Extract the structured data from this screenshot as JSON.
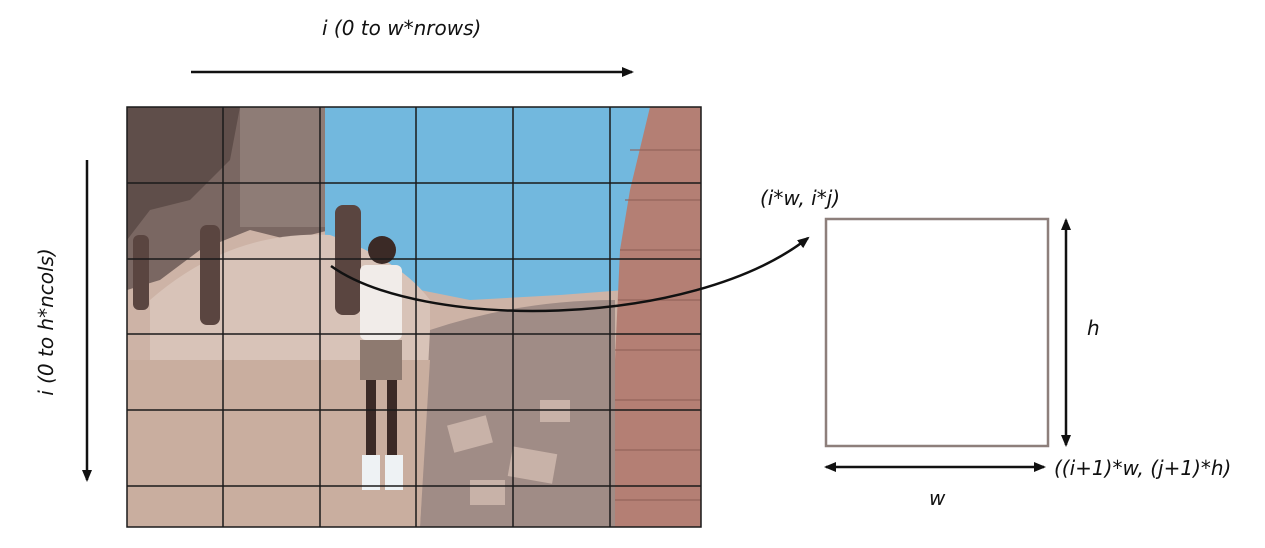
{
  "labels": {
    "top_axis": "i (0 to w*nrows)",
    "left_axis": "i (0 to h*ncols)",
    "top_left_corner": "(i*w, i*j)",
    "bottom_right_corner": "((i+1)*w, (j+1)*h)",
    "height": "h",
    "width": "w"
  },
  "image": {
    "grid_columns": 6,
    "grid_rows": 6,
    "palette": {
      "sky": "#72b8de",
      "ground": "#cdb3a6",
      "dark": "#6e5a55",
      "brick": "#b47f74",
      "rubble": "#a08c86"
    }
  },
  "colors": {
    "arrow": "#111111",
    "tile_border": "#8d7f7b",
    "grid_line": "#1a1a1a"
  }
}
